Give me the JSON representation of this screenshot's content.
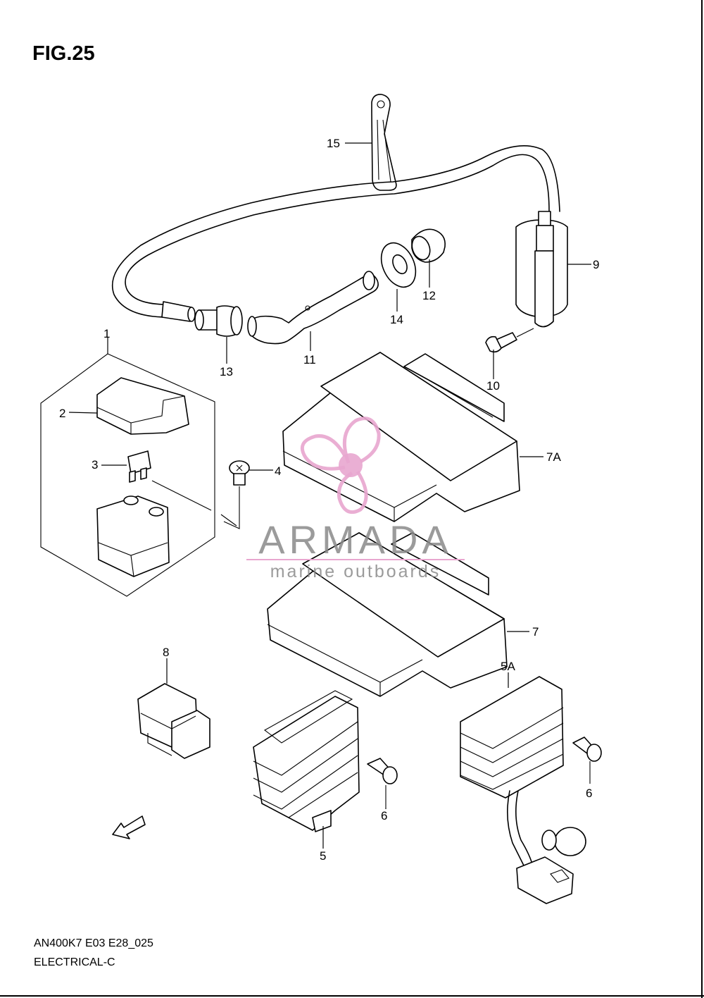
{
  "figure": {
    "title": "FIG.25"
  },
  "callouts": {
    "c1": "1",
    "c2": "2",
    "c3": "3",
    "c4": "4",
    "c5": "5",
    "c5a": "5A",
    "c6a": "6",
    "c6b": "6",
    "c7": "7",
    "c7a": "7A",
    "c8": "8",
    "c9": "9",
    "c10": "10",
    "c11": "11",
    "c12": "12",
    "c13": "13",
    "c14": "14",
    "c15": "15"
  },
  "watermark": {
    "name": "ARMADA",
    "tagline": "marine outboards",
    "accent_color": "#e8a6cf"
  },
  "footer": {
    "code": "AN400K7 E03 E28_025",
    "section": "ELECTRICAL-C"
  },
  "colors": {
    "ink": "#000000",
    "watermark_gray": "#8a8a8a",
    "watermark_pink": "#e8a6cf"
  }
}
